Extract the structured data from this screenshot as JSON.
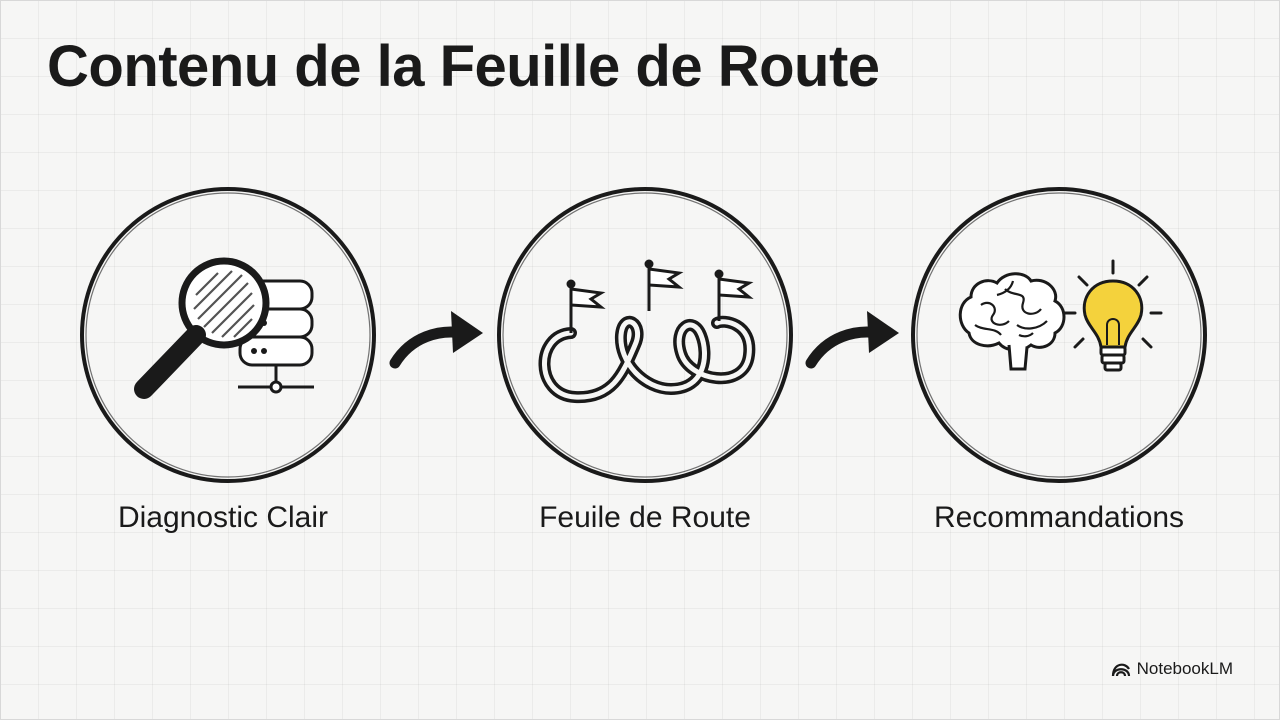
{
  "title": "Contenu de la Feuille de Route",
  "steps": [
    {
      "label": "Diagnostic Clair",
      "icon": "magnifier-database-icon"
    },
    {
      "label": "Feuile de Route",
      "icon": "roadmap-flags-icon"
    },
    {
      "label": "Recommandations",
      "icon": "brain-lightbulb-icon"
    }
  ],
  "connectors": [
    "arrow-right-icon",
    "arrow-right-icon"
  ],
  "brand": {
    "name": "NotebookLM",
    "icon": "notebooklm-logo-icon"
  },
  "colors": {
    "ink": "#1a1a1a",
    "bulb": "#f4d23c",
    "background": "#f6f6f5"
  }
}
